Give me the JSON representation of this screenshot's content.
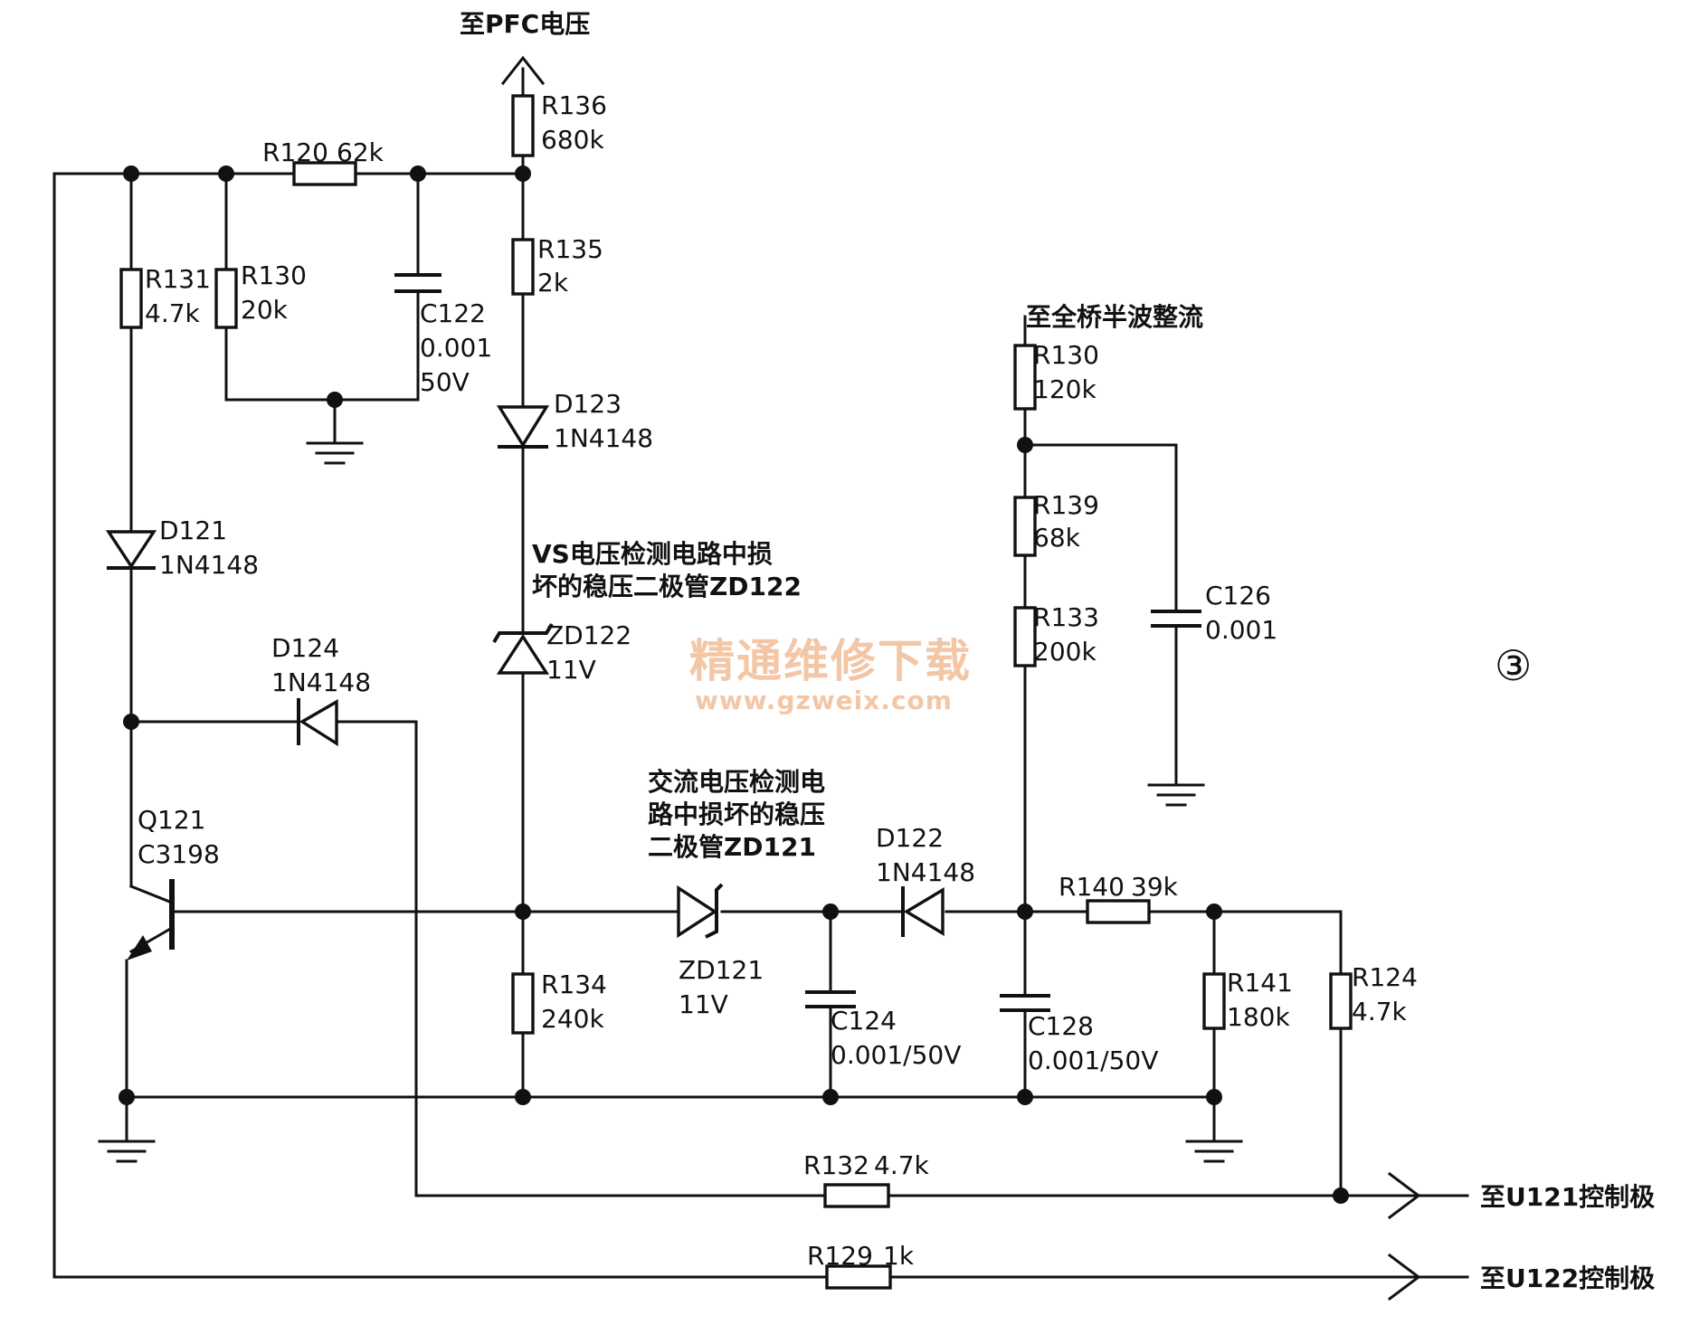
{
  "notes": {
    "top": "至PFC电压",
    "bridge": "至全桥半波整流",
    "vs_line1": "VS电压检测电路中损",
    "vs_line2": "坏的稳压二极管ZD122",
    "ac_line1": "交流电压检测电",
    "ac_line2": "路中损坏的稳压",
    "ac_line3": "二极管ZD121",
    "u121": "至U121控制极",
    "u122": "至U122控制极"
  },
  "watermark": {
    "line1": "精通维修下载",
    "line2": "www.gzweix.com"
  },
  "figure_number": "③",
  "components": {
    "R120": {
      "ref": "R120",
      "value": "62k"
    },
    "R136": {
      "ref": "R136",
      "value": "680k"
    },
    "R135": {
      "ref": "R135",
      "value": "2k"
    },
    "R131": {
      "ref": "R131",
      "value": "4.7k"
    },
    "R130a": {
      "ref": "R130",
      "value": "20k"
    },
    "C122": {
      "ref": "C122",
      "value1": "0.001",
      "value2": "50V"
    },
    "D123": {
      "ref": "D123",
      "value": "1N4148"
    },
    "D121": {
      "ref": "D121",
      "value": "1N4148"
    },
    "ZD122": {
      "ref": "ZD122",
      "value": "11V"
    },
    "D124": {
      "ref": "D124",
      "value": "1N4148"
    },
    "Q121": {
      "ref": "Q121",
      "value": "C3198"
    },
    "R130b": {
      "ref": "R130",
      "value": "120k"
    },
    "R139": {
      "ref": "R139",
      "value": "68k"
    },
    "R133": {
      "ref": "R133",
      "value": "200k"
    },
    "C126": {
      "ref": "C126",
      "value": "0.001"
    },
    "D122": {
      "ref": "D122",
      "value": "1N4148"
    },
    "ZD121": {
      "ref": "ZD121",
      "value": "11V"
    },
    "R140": {
      "ref": "R140",
      "value": "39k"
    },
    "R134": {
      "ref": "R134",
      "value": "240k"
    },
    "C124": {
      "ref": "C124",
      "value": "0.001/50V"
    },
    "C128": {
      "ref": "C128",
      "value": "0.001/50V"
    },
    "R141": {
      "ref": "R141",
      "value": "180k"
    },
    "R124": {
      "ref": "R124",
      "value": "4.7k"
    },
    "R132": {
      "ref": "R132",
      "value": "4.7k"
    },
    "R129": {
      "ref": "R129",
      "value": "1k"
    }
  }
}
